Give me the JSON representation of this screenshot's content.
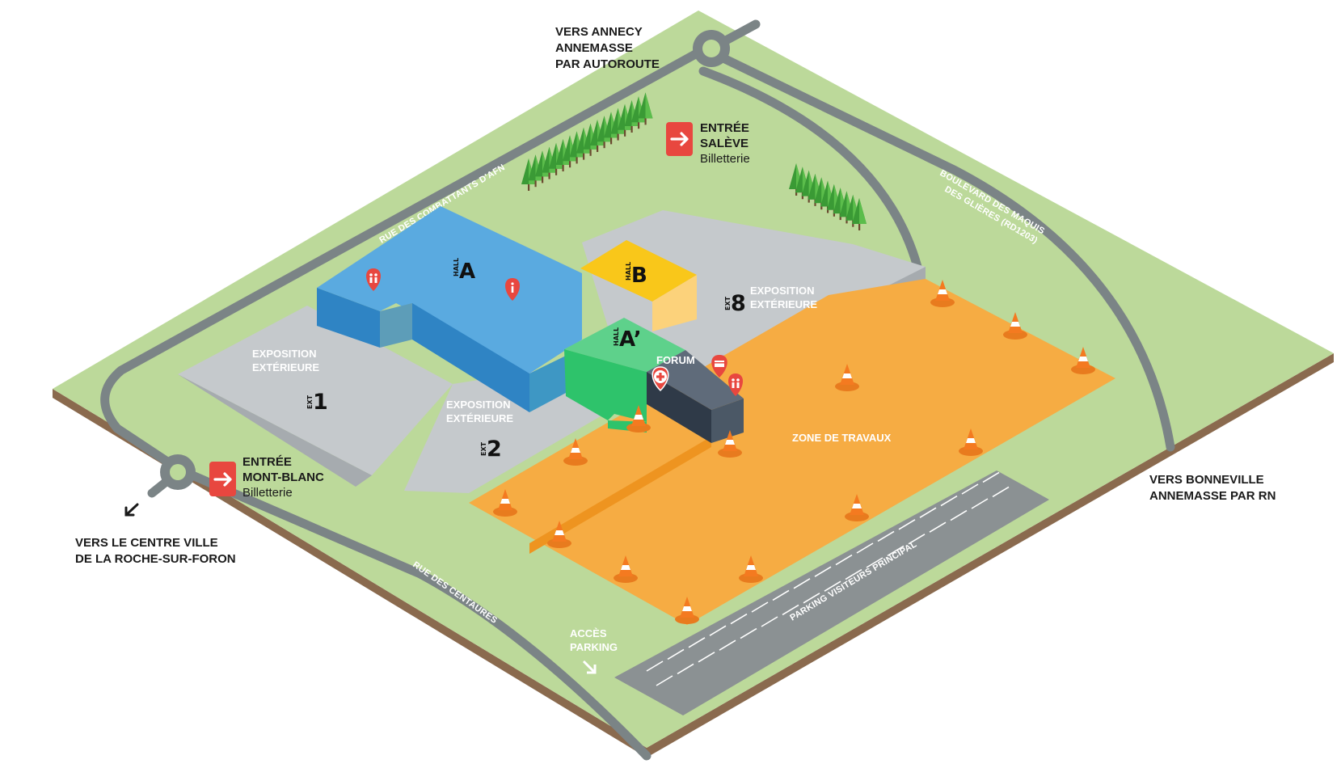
{
  "colors": {
    "grass": "#bcd99a",
    "grass_edge": "#8a6a4e",
    "road": "#7b8486",
    "concrete": "#c5c9cc",
    "hall_a": "#5aaae0",
    "hall_a_side": "#2f84c4",
    "hall_b": "#f9c71a",
    "hall_a_prime": "#3ecb75",
    "forum": "#4b5866",
    "works": "#f6ac43",
    "parking": "#8b9193",
    "entrance_red": "#e8473f",
    "trees": "#4aa63d"
  },
  "destinations": {
    "annecy": [
      "VERS ANNECY",
      "ANNEMASSE",
      "PAR AUTOROUTE"
    ],
    "bonneville": [
      "VERS BONNEVILLE",
      "ANNEMASSE PAR RN"
    ],
    "roche": [
      "VERS LE CENTRE VILLE",
      "DE LA ROCHE-SUR-FORON"
    ]
  },
  "entrances": {
    "saleve": {
      "line1": "ENTRÉE",
      "line2": "SALÈVE",
      "line3": "Billetterie",
      "icon": "arrow-right-icon"
    },
    "mont_blanc": {
      "line1": "ENTRÉE",
      "line2": "MONT-BLANC",
      "line3": "Billetterie",
      "icon": "arrow-right-icon"
    }
  },
  "roads": {
    "combattants": "RUE DES COMBATTANTS D'AFN",
    "maquis_1": "BOULEVARD DES MAQUIS",
    "maquis_2": "DES GLIÈRES (RD1203)",
    "centaures": "RUE DES CENTAURES"
  },
  "halls": {
    "prefix": "HALL",
    "a": "A",
    "b": "B",
    "a_prime": "A’"
  },
  "exterior": {
    "prefix": "EXT",
    "label_1": "EXPOSITION",
    "label_2": "EXTÉRIEURE",
    "zone1": "1",
    "zone2": "2",
    "zone8": "8"
  },
  "forum": "FORUM",
  "works_zone": "ZONE DE TRAVAUX",
  "parking": {
    "name": "PARKING VISITEURS PRINCIPAL",
    "access_1": "ACCÈS",
    "access_2": "PARKING"
  },
  "markers": [
    "restroom-icon",
    "info-icon",
    "first-aid-icon",
    "atm-icon",
    "restroom-icon"
  ]
}
